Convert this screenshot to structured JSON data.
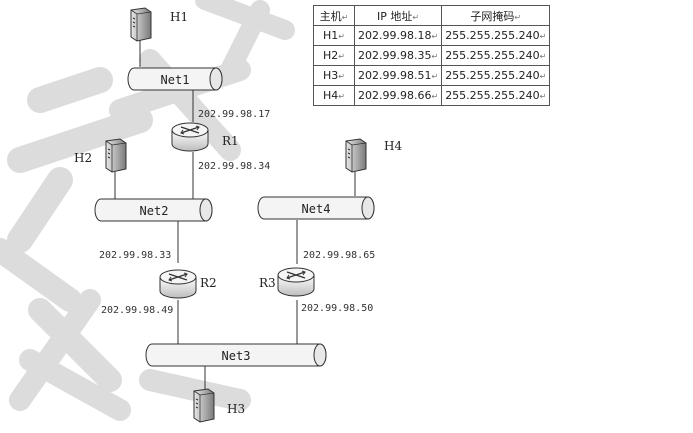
{
  "table": {
    "headers": [
      "主机",
      "IP 地址",
      "子网掩码"
    ],
    "rows": [
      [
        "H1",
        "202.99.98.18",
        "255.255.255.240"
      ],
      [
        "H2",
        "202.99.98.35",
        "255.255.255.240"
      ],
      [
        "H3",
        "202.99.98.51",
        "255.255.255.240"
      ],
      [
        "H4",
        "202.99.98.66",
        "255.255.255.240"
      ]
    ]
  },
  "hosts": {
    "h1": "H1",
    "h2": "H2",
    "h3": "H3",
    "h4": "H4"
  },
  "routers": {
    "r1": "R1",
    "r2": "R2",
    "r3": "R3"
  },
  "nets": {
    "net1": "Net1",
    "net2": "Net2",
    "net3": "Net3",
    "net4": "Net4"
  },
  "ips": {
    "r1_net1": "202.99.98.17",
    "r1_net2": "202.99.98.34",
    "r2_net2": "202.99.98.33",
    "r2_net3": "202.99.98.49",
    "r3_net4": "202.99.98.65",
    "r3_net3": "202.99.98.50"
  },
  "colors": {
    "line": "#333333",
    "pipe_fill": "#f4f4f4",
    "watermark": "#d9d9d9"
  }
}
